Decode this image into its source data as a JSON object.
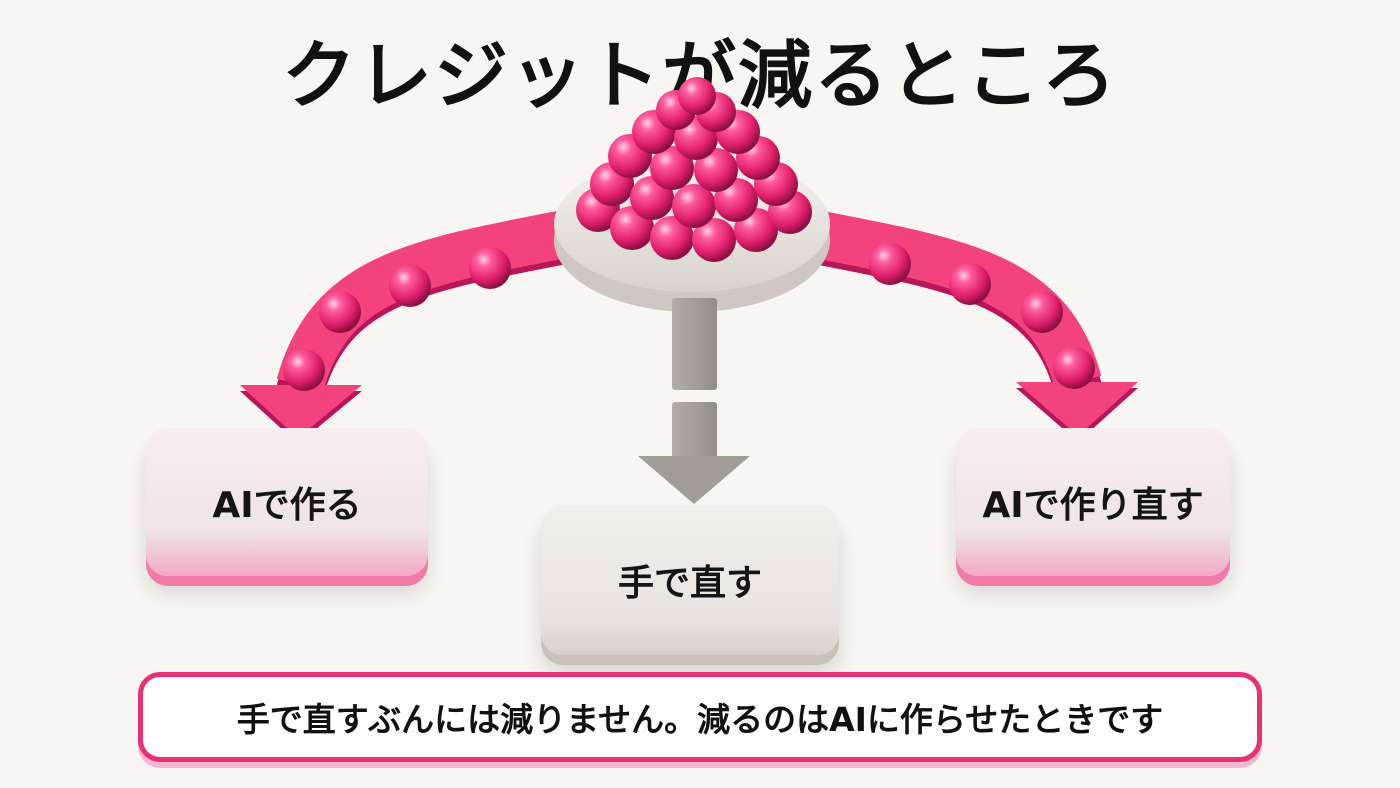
{
  "title": "クレジットが減るところ",
  "boxes": {
    "ai_create": "AIで作る",
    "manual_fix": "手で直す",
    "ai_recreate": "AIで作り直す"
  },
  "caption": "手で直すぶんには減りません。減るのはAIに作らせたときです",
  "colors": {
    "accent_pink": "#ea2f74",
    "manual_gray": "#a29c96",
    "background": "#f8f6f3"
  },
  "icons": [
    "credit-balls",
    "pink-arrow-left",
    "pink-arrow-right",
    "gray-arrow-down"
  ]
}
